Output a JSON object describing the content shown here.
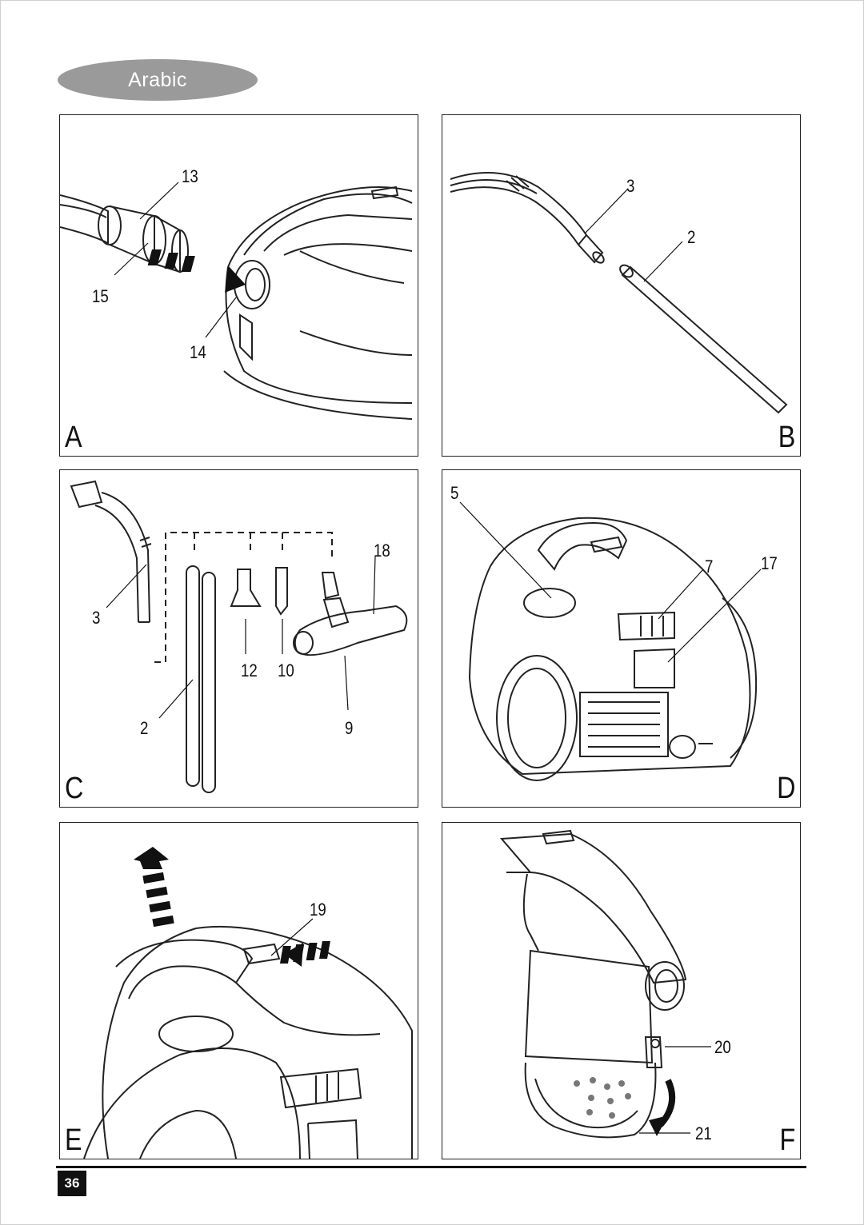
{
  "header": {
    "language_tab": "Arabic"
  },
  "panels": {
    "a": {
      "letter": "A",
      "callouts": [
        "13",
        "15",
        "14"
      ]
    },
    "b": {
      "letter": "B",
      "callouts": [
        "3",
        "2"
      ]
    },
    "c": {
      "letter": "C",
      "callouts": [
        "18",
        "3",
        "12",
        "10",
        "2",
        "9"
      ]
    },
    "d": {
      "letter": "D",
      "callouts": [
        "5",
        "7",
        "17"
      ]
    },
    "e": {
      "letter": "E",
      "callouts": [
        "19"
      ]
    },
    "f": {
      "letter": "F",
      "callouts": [
        "20",
        "21"
      ]
    }
  },
  "footer": {
    "page_number": "36"
  }
}
